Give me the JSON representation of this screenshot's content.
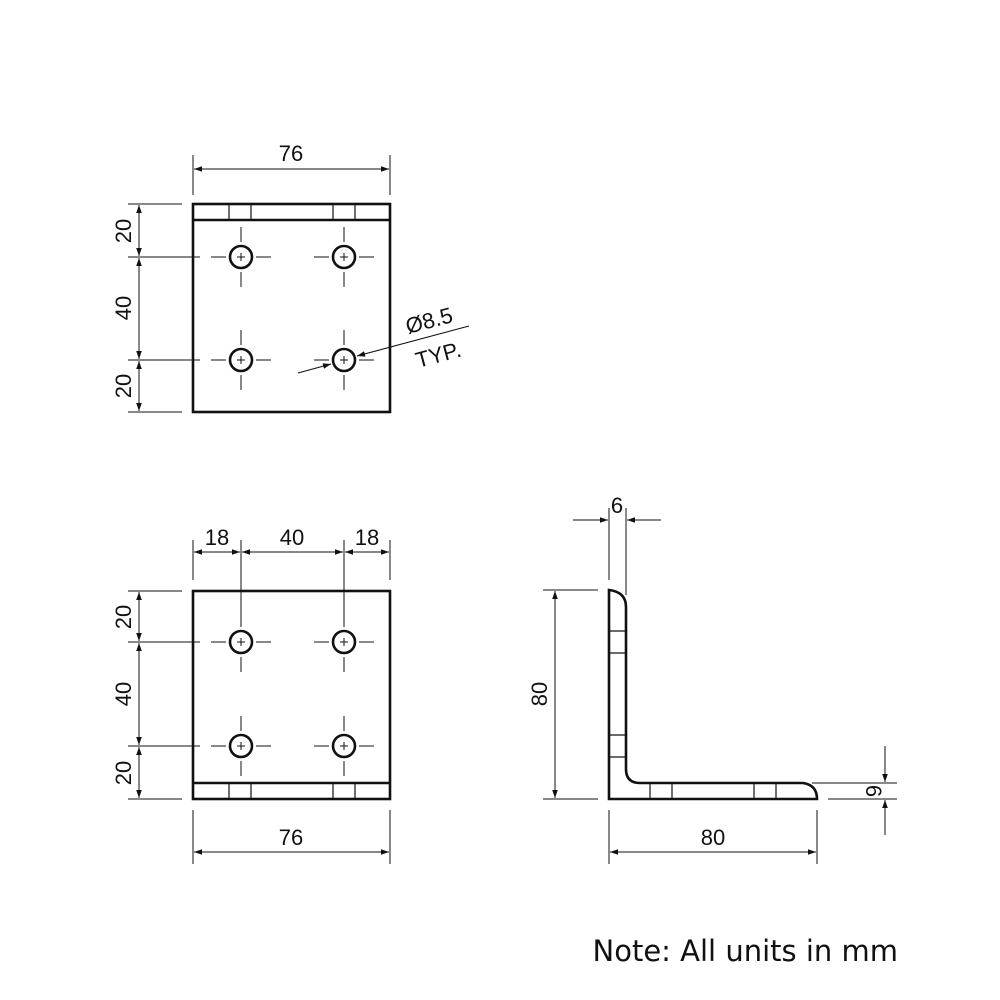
{
  "top_view": {
    "width": "76",
    "dims_vertical": [
      "20",
      "40",
      "20"
    ],
    "hole_callout_1": "Ø8.5",
    "hole_callout_2": "TYP."
  },
  "front_view": {
    "dims_horizontal": [
      "18",
      "40",
      "18"
    ],
    "dims_vertical": [
      "20",
      "40",
      "20"
    ],
    "width": "76"
  },
  "side_view": {
    "thickness_top": "6",
    "height": "80",
    "length": "80",
    "thickness_right": "6"
  },
  "note": "Note: All units in mm"
}
